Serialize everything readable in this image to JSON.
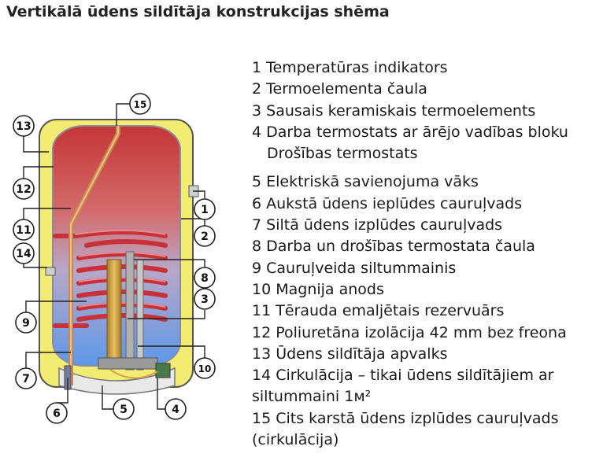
{
  "title": "Vertikālā ūdens sildītāja konstrukcijas shēma",
  "callouts": [
    "1",
    "2",
    "3",
    "4",
    "5",
    "6",
    "7",
    "8",
    "9",
    "10",
    "11",
    "12",
    "13",
    "14",
    "15"
  ],
  "legend": [
    {
      "lines": [
        "1 Temperatūras indikators"
      ]
    },
    {
      "lines": [
        "2 Termoelementa čaula"
      ]
    },
    {
      "lines": [
        "3 Sausais keramiskais termoelements"
      ]
    },
    {
      "lines": [
        "4 Darba termostats ar ārējo vadības bloku",
        "Drošības termostats"
      ]
    },
    {
      "lines": [
        "5 Elektriskā savienojuma vāks"
      ]
    },
    {
      "lines": [
        "6 Aukstā ūdens ieplūdes cauruļvads"
      ]
    },
    {
      "lines": [
        "7 Siltā ūdens izplūdes cauruļvads"
      ]
    },
    {
      "lines": [
        "8 Darba un drošības termostata čaula"
      ]
    },
    {
      "lines": [
        "9 Cauruļveida siltummainis"
      ]
    },
    {
      "lines": [
        "10 Magnija anods"
      ]
    },
    {
      "lines": [
        "11 Tērauda emaljētais rezervuārs"
      ]
    },
    {
      "lines": [
        "12 Poliuretāna izolācija 42 mm bez freona"
      ]
    },
    {
      "lines": [
        "13 Ūdens sildītāja apvalks"
      ]
    },
    {
      "lines": [
        "14 Cirkulācija – tikai ūdens sildītājiem ar",
        "siltummaini 1м²"
      ]
    },
    {
      "lines": [
        "15 Cits karstā ūdens izplūdes cauruļvads",
        "(cirkulācija)"
      ]
    }
  ],
  "colors": {
    "jacket": "#f4ee7a",
    "tank_top": "#c83c3c",
    "tank_bottom": "#6aa0e6",
    "coil": "#d9424a",
    "anode": "#d4a23c",
    "pipe": "#c98a4a"
  }
}
